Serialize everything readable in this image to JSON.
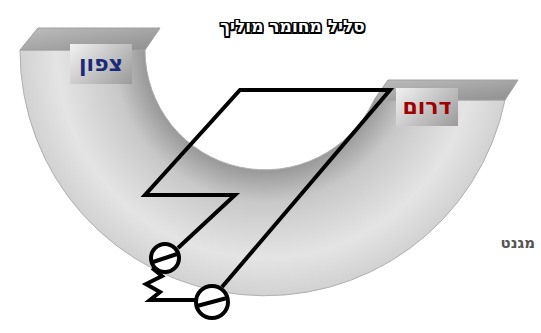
{
  "diagram": {
    "nodes": [
      {
        "text": [
          "צפון"
        ]
      },
      {
        "text": [
          "דרום"
        ]
      }
    ],
    "labels": [
      "סליל מחומר מוליך",
      "מגנט"
    ]
  }
}
